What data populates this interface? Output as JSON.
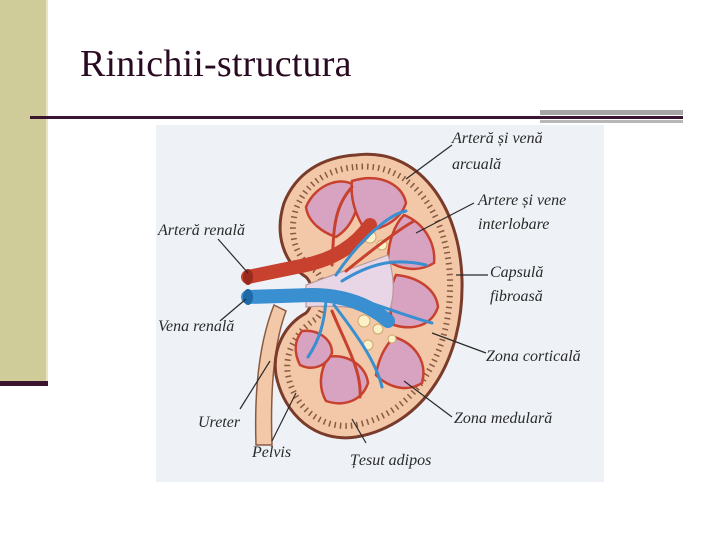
{
  "slide": {
    "title": "Rinichii-structura"
  },
  "diagram": {
    "labels": {
      "artera_renala": "Arteră renală",
      "vena_renala": "Vena renală",
      "ureter": "Ureter",
      "pelvis": "Pelvis",
      "tesut_adipos": "Țesut adipos",
      "artera_vena_arcuata_1": "Arteră și venă",
      "artera_vena_arcuata_2": "arcuală",
      "artere_vene_interlobare_1": "Artere și vene",
      "artere_vene_interlobare_2": "interlobare",
      "capsula_fibroasa_1": "Capsulă",
      "capsula_fibroasa_2": "fibroasă",
      "zona_corticala": "Zona corticală",
      "zona_medulara": "Zona medulară"
    },
    "colors": {
      "cortex": "#f2c8a8",
      "pyramid": "#d7a3c0",
      "artery": "#c8402e",
      "vein": "#3a8fd0",
      "capsule": "#7a3b2a",
      "background": "#eef2f6"
    }
  }
}
